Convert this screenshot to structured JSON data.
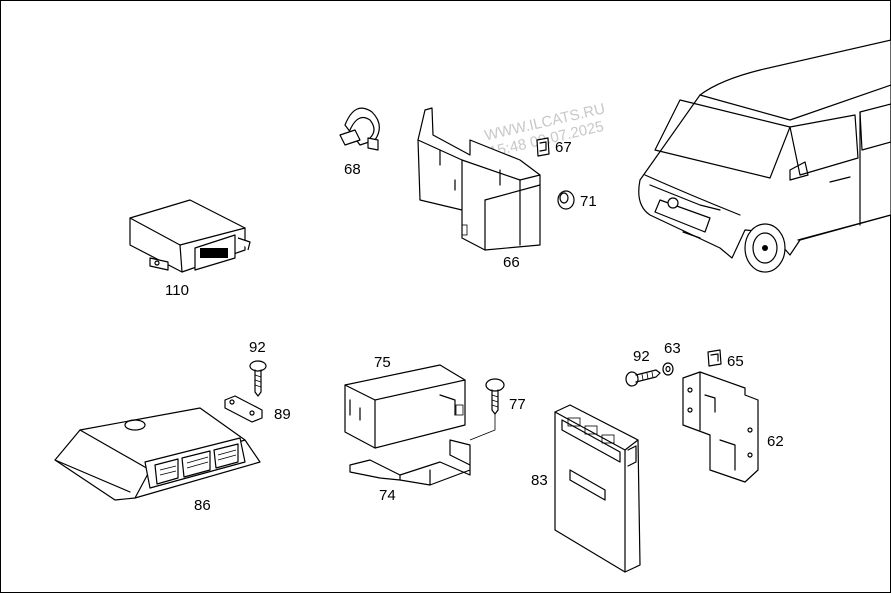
{
  "watermark": {
    "line1": "WWW.ILCATS.RU",
    "line2": "15:48 09.07.2025"
  },
  "parts": {
    "p110": "110",
    "p68": "68",
    "p66": "66",
    "p67": "67",
    "p71": "71",
    "p92a": "92",
    "p89": "89",
    "p86": "86",
    "p75": "75",
    "p77": "77",
    "p74": "74",
    "p92b": "92",
    "p63": "63",
    "p65": "65",
    "p62": "62",
    "p83": "83"
  }
}
